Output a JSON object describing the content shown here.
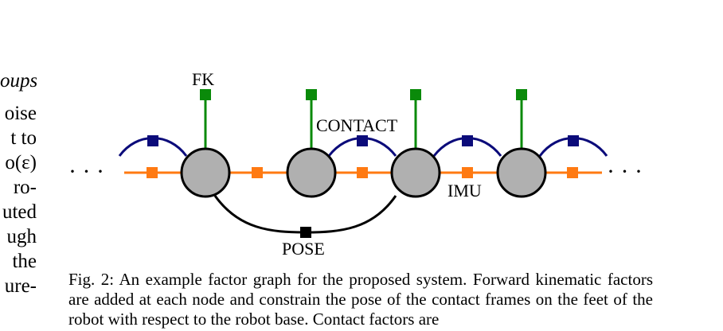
{
  "left_text": {
    "lines": [
      "oups",
      "oise",
      "t  to",
      "o(ε)",
      "ro-",
      "uted",
      "ugh",
      "the",
      "ure-"
    ]
  },
  "graph": {
    "node_color": "#b0b0b0",
    "node_stroke": "#000000",
    "colors": {
      "fk": "#0a8a0a",
      "contact": "#0b0b7a",
      "imu": "#ff7a12",
      "pose": "#000000"
    },
    "labels": {
      "fk": "FK",
      "contact": "CONTACT",
      "imu": "IMU",
      "pose": "POSE"
    },
    "ellipsis_left": "· · ·",
    "ellipsis_right": "· · ·"
  },
  "caption": {
    "text": "Fig. 2: An example factor graph for the proposed system. Forward kinematic factors are added at each node and constrain the pose of the contact frames on the feet of the robot with respect to the robot base. Contact factors are"
  }
}
